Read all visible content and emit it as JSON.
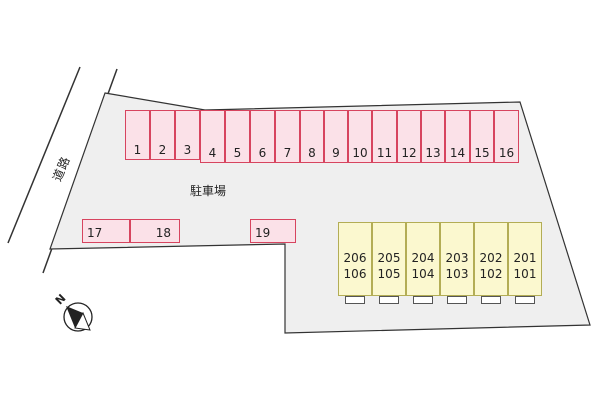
{
  "road": {
    "label": "道路"
  },
  "lot": {
    "label": "駐車場"
  },
  "compass": {
    "letter": "N"
  },
  "parking": {
    "top_row": [
      "1",
      "2",
      "3",
      "4",
      "5",
      "6",
      "7",
      "8",
      "9",
      "10",
      "11",
      "12",
      "13",
      "14",
      "15",
      "16"
    ],
    "side": [
      "17",
      "18",
      "19"
    ]
  },
  "building": {
    "units": [
      {
        "upper": "206",
        "lower": "106"
      },
      {
        "upper": "205",
        "lower": "105"
      },
      {
        "upper": "204",
        "lower": "104"
      },
      {
        "upper": "203",
        "lower": "103"
      },
      {
        "upper": "202",
        "lower": "102"
      },
      {
        "upper": "201",
        "lower": "101"
      }
    ]
  },
  "colors": {
    "site": "#efefef",
    "parking_fill": "#fbe1e8",
    "parking_border": "#d7445f",
    "building_fill": "#fbf8cf",
    "building_border": "#b3ad55"
  }
}
